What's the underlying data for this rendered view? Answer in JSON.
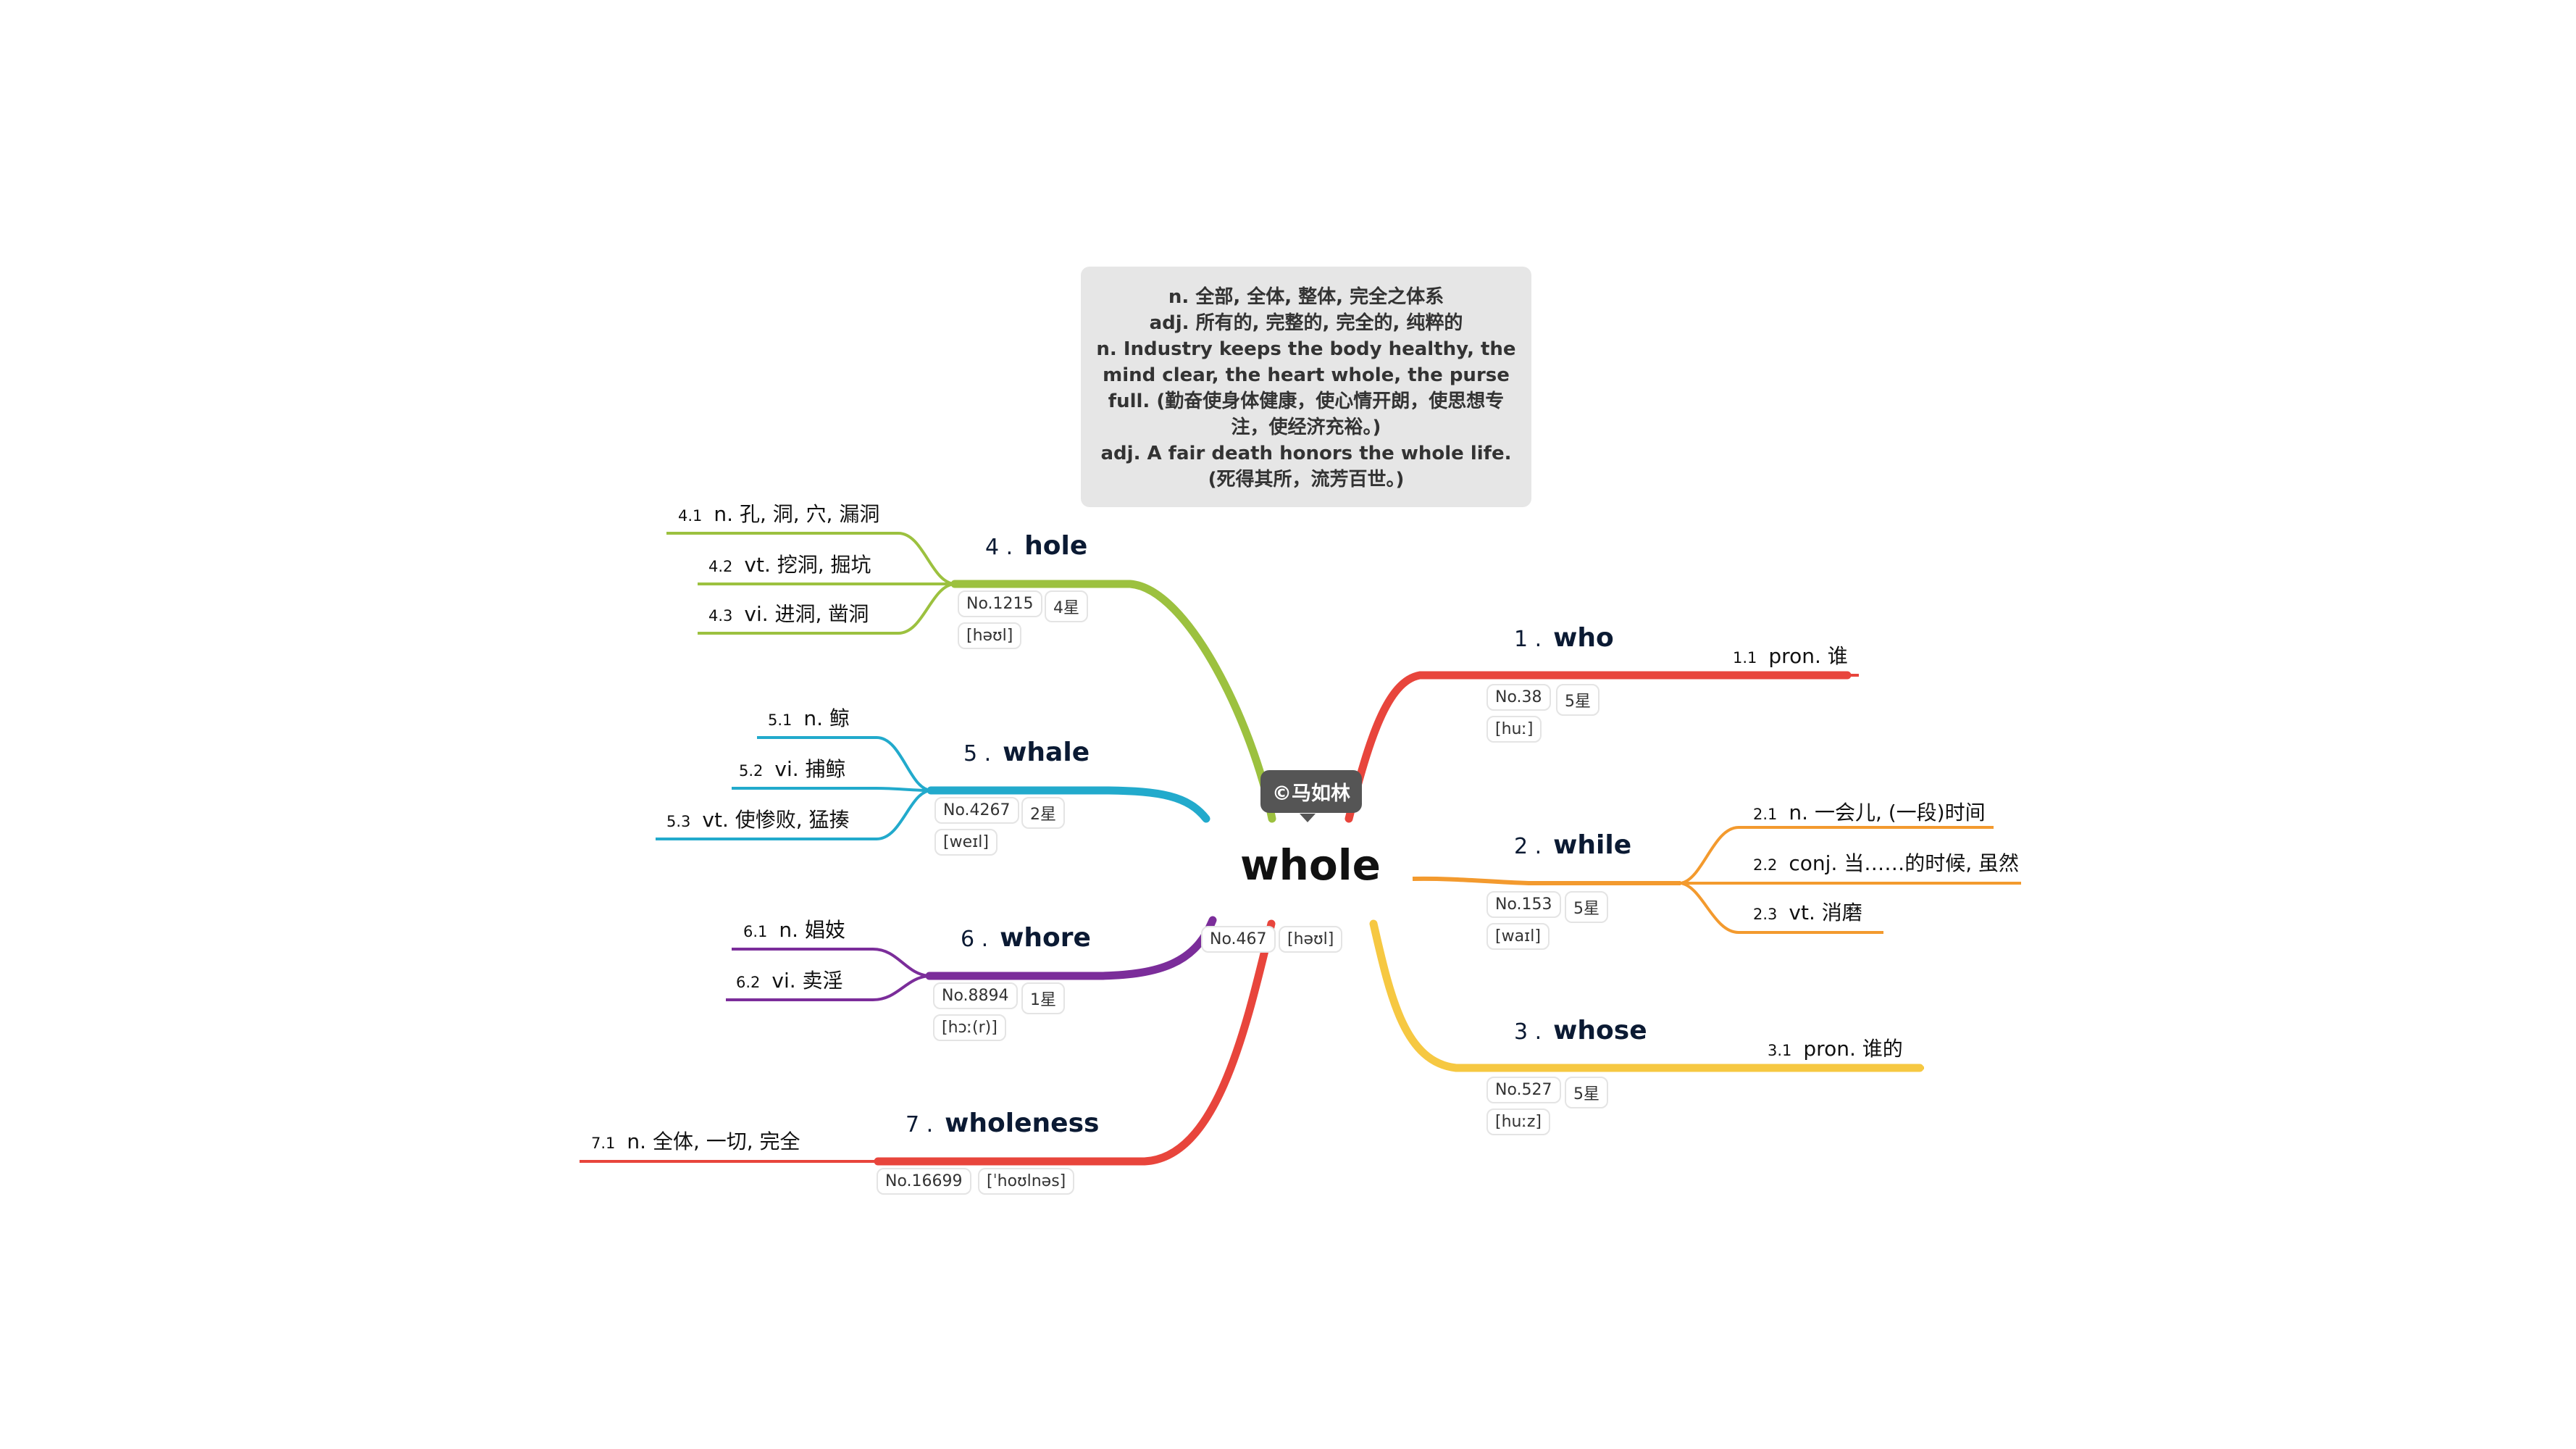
{
  "central": {
    "word": "whole",
    "author": "©马如林",
    "number": "No.467",
    "phonetic": "[həʊl]",
    "note_lines": [
      "n. 全部, 全体, 整体, 完全之体系",
      "adj. 所有的, 完整的, 完全的, 纯粹的",
      "n. Industry keeps the body healthy, the mind clear, the heart whole, the purse full. (勤奋使身体健康，使心情开朗，使思想专注，使经济充裕。)",
      "adj. A fair death honors the whole life. (死得其所，流芳百世。)"
    ]
  },
  "branches": [
    {
      "num": "1 .",
      "word": "who",
      "color": "#e8453c",
      "chips": [
        "No.38",
        "5星",
        "[huː]"
      ],
      "items": [
        {
          "num": "1.1",
          "text": "pron. 谁"
        }
      ]
    },
    {
      "num": "2 .",
      "word": "while",
      "color": "#f39a2e",
      "chips": [
        "No.153",
        "5星",
        "[waɪl]"
      ],
      "items": [
        {
          "num": "2.1",
          "text": "n. 一会儿, (一段)时间"
        },
        {
          "num": "2.2",
          "text": "conj. 当……的时候, 虽然"
        },
        {
          "num": "2.3",
          "text": "vt. 消磨"
        }
      ]
    },
    {
      "num": "3 .",
      "word": "whose",
      "color": "#f6c842",
      "chips": [
        "No.527",
        "5星",
        "[huːz]"
      ],
      "items": [
        {
          "num": "3.1",
          "text": "pron. 谁的"
        }
      ]
    },
    {
      "num": "4 .",
      "word": "hole",
      "color": "#9cc13f",
      "chips": [
        "No.1215",
        "4星",
        "[həʊl]"
      ],
      "items": [
        {
          "num": "4.1",
          "text": "n. 孔, 洞, 穴, 漏洞"
        },
        {
          "num": "4.2",
          "text": "vt. 挖洞, 掘坑"
        },
        {
          "num": "4.3",
          "text": "vi. 进洞, 凿洞"
        }
      ]
    },
    {
      "num": "5 .",
      "word": "whale",
      "color": "#22aacc",
      "chips": [
        "No.4267",
        "2星",
        "[weɪl]"
      ],
      "items": [
        {
          "num": "5.1",
          "text": "n. 鲸"
        },
        {
          "num": "5.2",
          "text": "vi. 捕鲸"
        },
        {
          "num": "5.3",
          "text": "vt. 使惨败, 猛揍"
        }
      ]
    },
    {
      "num": "6 .",
      "word": "whore",
      "color": "#7b2d9a",
      "chips": [
        "No.8894",
        "1星",
        "[hɔː(r)]"
      ],
      "items": [
        {
          "num": "6.1",
          "text": "n. 娼妓"
        },
        {
          "num": "6.2",
          "text": "vi. 卖淫"
        }
      ]
    },
    {
      "num": "7 .",
      "word": "wholeness",
      "color": "#e8453c",
      "chips": [
        "No.16699",
        "[ˈhoʊlnəs]"
      ],
      "items": [
        {
          "num": "7.1",
          "text": "n. 全体, 一切, 完全"
        }
      ]
    }
  ]
}
